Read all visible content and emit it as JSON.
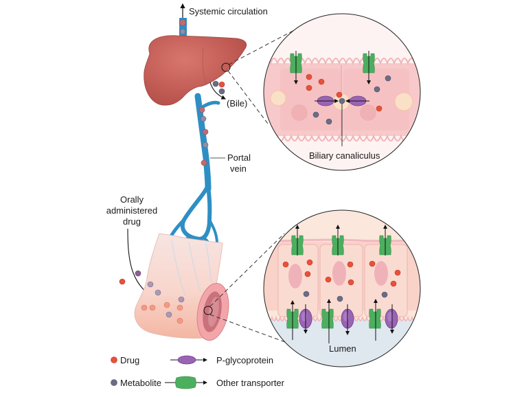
{
  "labels": {
    "systemic_circulation": "Systemic circulation",
    "bile": "(Bile)",
    "portal_vein_line1": "Portal",
    "portal_vein_line2": "vein",
    "oral_line1": "Orally",
    "oral_line2": "administered",
    "oral_line3": "drug",
    "biliary_canaliculus": "Biliary canaliculus",
    "lumen": "Lumen"
  },
  "legend": {
    "items": [
      {
        "label": "Drug",
        "symbol": "drug-dot"
      },
      {
        "label": "Metabolite",
        "symbol": "metabolite-dot"
      },
      {
        "label": "P-glycoprotein",
        "symbol": "p-glycoprotein-oval"
      },
      {
        "label": "Other transporter",
        "symbol": "other-transporter-shape"
      }
    ]
  },
  "colors": {
    "drug": "#e8513b",
    "metabolite": "#6b6d86",
    "p_glycoprotein": "#9a64b5",
    "other_transporter": "#4caf5f",
    "liver": "#c9605a",
    "vein": "#2e8fc4",
    "cell": "#f6c8c8",
    "intestine": "#f6c3b4",
    "lumen": "#dfe7ef"
  }
}
